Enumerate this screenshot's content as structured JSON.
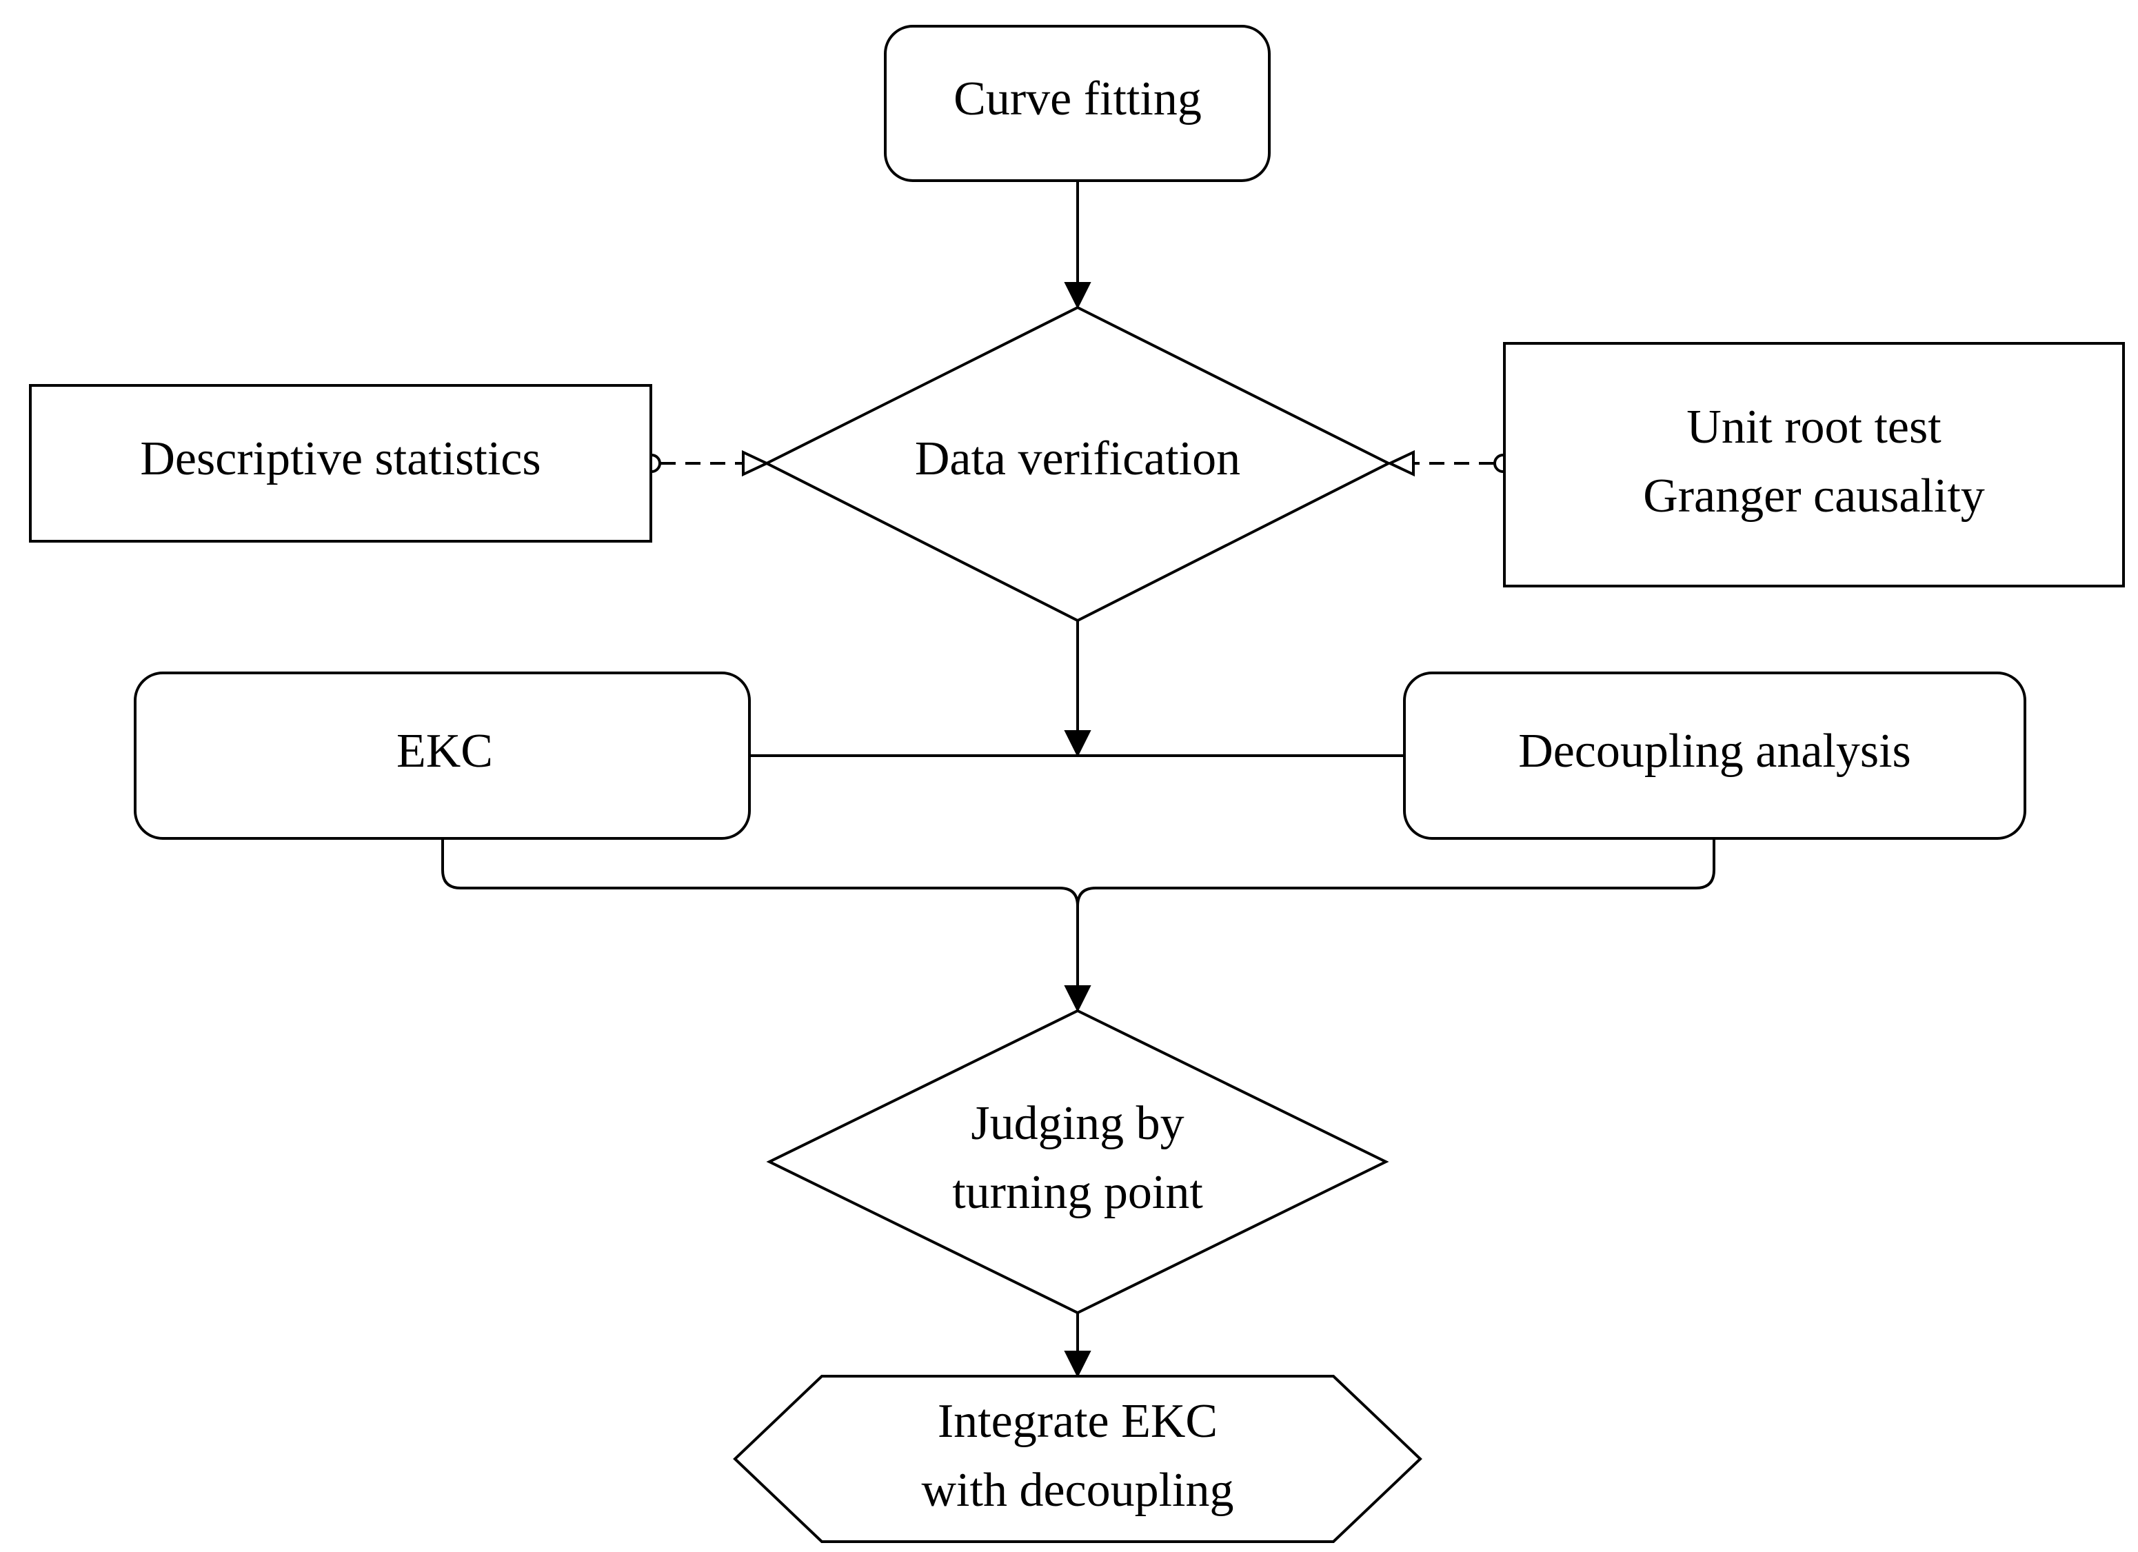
{
  "nodes": {
    "curve_fitting": {
      "label": "Curve fitting"
    },
    "descriptive_statistics": {
      "label": "Descriptive statistics"
    },
    "data_verification": {
      "label": "Data verification"
    },
    "unit_root": {
      "line1": "Unit root test",
      "line2": "Granger causality"
    },
    "ekc": {
      "label": "EKC"
    },
    "decoupling_analysis": {
      "label": "Decoupling analysis"
    },
    "judging": {
      "line1": "Judging by",
      "line2": "turning point"
    },
    "integrate": {
      "line1": "Integrate EKC",
      "line2": "with decoupling"
    }
  },
  "colors": {
    "stroke": "#000000",
    "background": "#ffffff"
  }
}
